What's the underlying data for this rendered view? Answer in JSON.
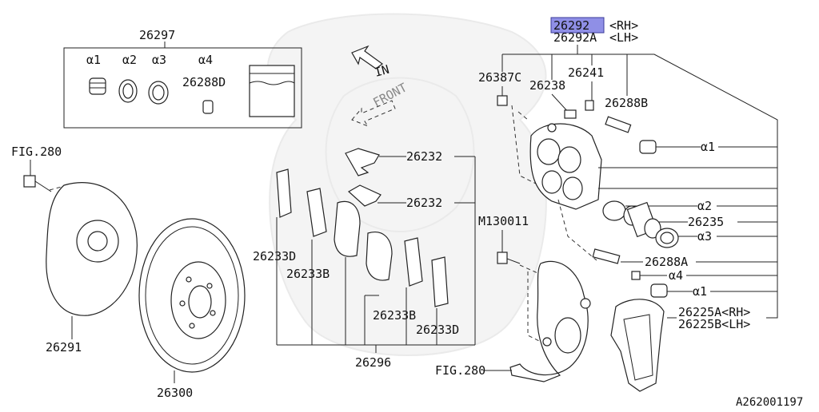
{
  "labels": {
    "p26297": "26297",
    "a1": "α1",
    "a2": "α2",
    "a3": "α3",
    "a4": "α4",
    "p26288D": "26288D",
    "in": "IN",
    "front": "FRONT",
    "fig280_top": "FIG.280",
    "p26291": "26291",
    "p26300": "26300",
    "p26232_top": "26232",
    "p26232_mid": "26232",
    "p26233D_left": "26233D",
    "p26233B_left": "26233B",
    "p26233B_right": "26233B",
    "p26233D_right": "26233D",
    "p26296": "26296",
    "p26292": "26292",
    "rh1": "<RH>",
    "p26292A": "26292A",
    "lh1": "<LH>",
    "p26387C": "26387C",
    "p26238": "26238",
    "p26241": "26241",
    "p26288B": "26288B",
    "r_a1_top": "α1",
    "r_a2": "α2",
    "p26235": "26235",
    "r_a3": "α3",
    "p26288A": "26288A",
    "r_a4": "α4",
    "r_a1_bot": "α1",
    "m130011": "M130011",
    "p26225A": "26225A<RH>",
    "p26225B": "26225B<LH>",
    "fig280_bot": "FIG.280",
    "catalog_code": "A262001197"
  },
  "colors": {
    "highlight": "#8f8fe6",
    "line": "#222222",
    "watermark": "#eeeeee"
  }
}
